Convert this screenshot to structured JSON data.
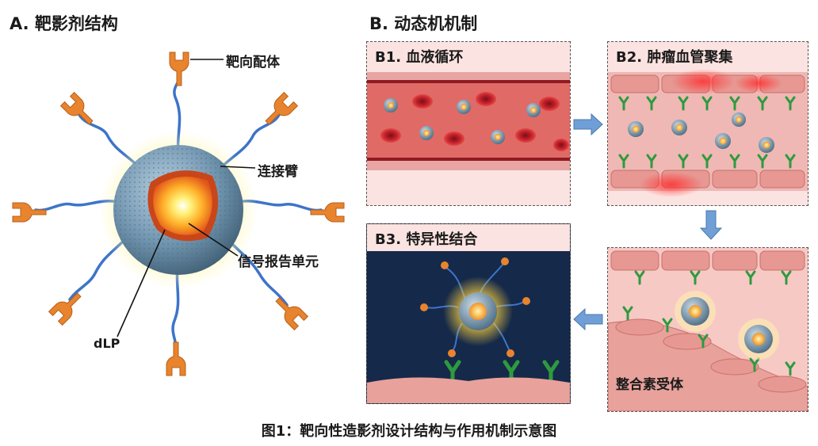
{
  "section_a": {
    "title": "A. 靶影剂结构",
    "labels": {
      "ligand": "靶向配体",
      "linker": "连接臂",
      "reporter": "信号报告单元",
      "core": "dLP"
    }
  },
  "section_b": {
    "title": "B. 动态机机制",
    "panels": {
      "b1": "B1. 血液循环",
      "b2": "B2. 肿瘤血管聚集",
      "b3": "B3. 特异性结合"
    },
    "receptor_label": "整合素受体"
  },
  "caption": "图1：靶向性造影剂设计结构与作用机制示意图",
  "colors": {
    "ligand": "#e8832e",
    "linker": "#3d74c9",
    "shell": "#6f93ad",
    "core_glow": "#ffd23f",
    "receptor": "#2e9a3e",
    "vessel": "#c8303a",
    "arrow": "#6f9fd6",
    "b3_background": "#15294a"
  }
}
